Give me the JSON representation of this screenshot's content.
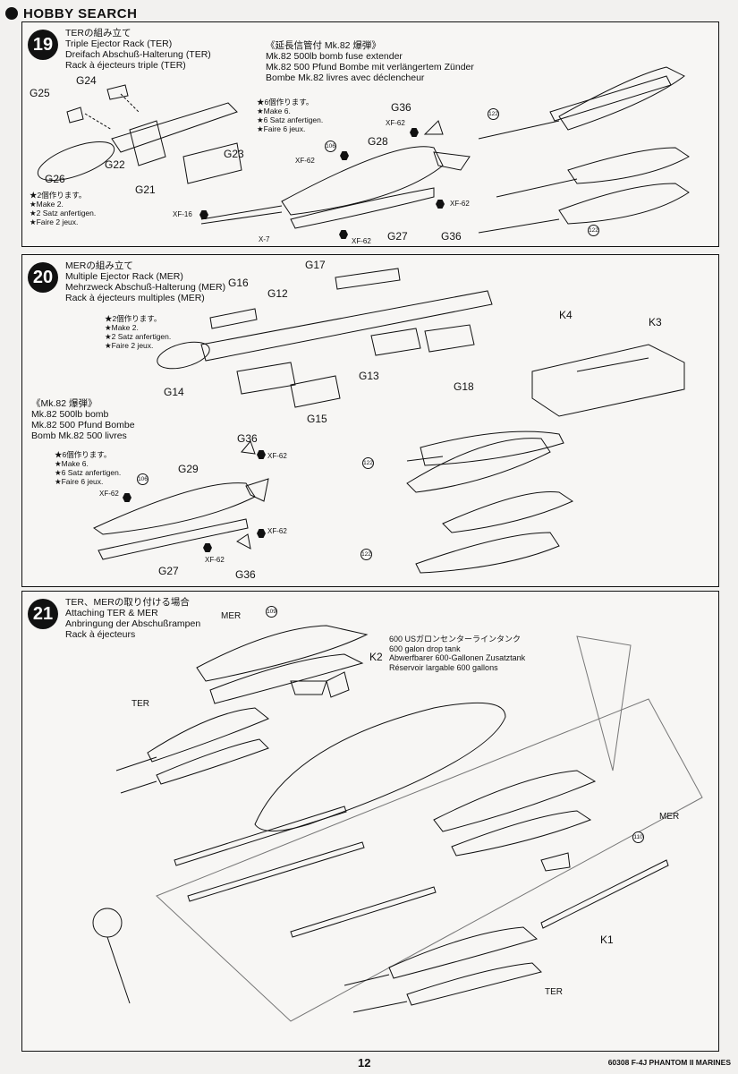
{
  "watermark": {
    "text": "HOBBY SEARCH"
  },
  "steps": [
    {
      "number": "19",
      "title": [
        "TERの組み立て",
        "Triple Ejector Rack (TER)",
        "Dreifach Abschuß-Halterung (TER)",
        "Rack à éjecteurs triple (TER)"
      ],
      "note": [
        "★2個作ります。",
        "★Make 2.",
        "★2 Satz anfertigen.",
        "★Faire 2 jeux."
      ],
      "subtitle": [
        "《延長信管付 Mk.82 爆弾》",
        "Mk.82 500lb bomb fuse extender",
        "Mk.82 500 Pfund Bombe mit verlängertem Zünder",
        "Bombe Mk.82 livres avec déclencheur"
      ],
      "subnote": [
        "★6個作ります。",
        "★Make 6.",
        "★6 Satz anfertigen.",
        "★Faire 6 jeux."
      ],
      "parts": [
        "G24",
        "G25",
        "G26",
        "G22",
        "G21",
        "G23",
        "G36",
        "G28",
        "G27",
        "G36",
        "X-7"
      ],
      "paints": [
        "XF-62",
        "XF-62",
        "XF-16",
        "XF-62",
        "XF-62"
      ],
      "circles": [
        "122",
        "106",
        "122"
      ]
    },
    {
      "number": "20",
      "title": [
        "MERの組み立て",
        "Multiple Ejector Rack (MER)",
        "Mehrzweck Abschuß-Halterung (MER)",
        "Rack à éjecteurs multiples (MER)"
      ],
      "note": [
        "★2個作ります。",
        "★Make 2.",
        "★2 Satz anfertigen.",
        "★Faire 2 jeux."
      ],
      "subtitle": [
        "《Mk.82 爆弾》",
        "Mk.82 500lb bomb",
        "Mk.82 500 Pfund Bombe",
        "Bomb Mk.82 500 livres"
      ],
      "subnote": [
        "★6個作ります。",
        "★Make 6.",
        "★6 Satz anfertigen.",
        "★Faire 6 jeux."
      ],
      "parts": [
        "G17",
        "G16",
        "G12",
        "G14",
        "G13",
        "G18",
        "G15",
        "K4",
        "K3",
        "G36",
        "G29",
        "G27",
        "G36"
      ],
      "paints": [
        "XF-62",
        "XF-62",
        "XF-62",
        "XF-62"
      ],
      "circles": [
        "106",
        "122",
        "122"
      ]
    },
    {
      "number": "21",
      "title": [
        "TER、MERの取り付ける場合",
        "Attaching TER & MER",
        "Anbringung der Abschußrampen",
        "Rack à éjecteurs"
      ],
      "tank": [
        "600 USガロンセンターラインタンク",
        "600 galon drop tank",
        "Abwerfbarer 600-Gallonen Zusatztank",
        "Réservoir largable 600 gallons"
      ],
      "parts": [
        "MER",
        "K2",
        "TER",
        "MER",
        "K1",
        "TER"
      ],
      "circles": [
        "109",
        "110"
      ]
    }
  ],
  "footer": {
    "page": "12",
    "model": "60308 F-4J PHANTOM II MARINES"
  }
}
